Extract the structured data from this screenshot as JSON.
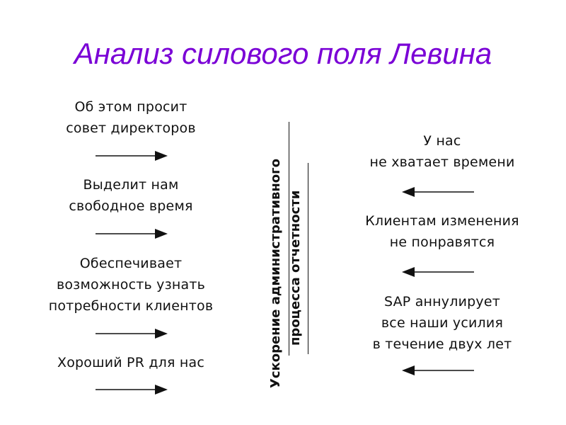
{
  "title": "Анализ силового поля Левина",
  "center": {
    "line1": "Ускорение административного",
    "line2": "процесса отчетности"
  },
  "driving_forces": [
    {
      "lines": [
        "Об этом просит",
        "совет директоров"
      ]
    },
    {
      "lines": [
        "Выделит нам",
        "свободное время"
      ]
    },
    {
      "lines": [
        "Обеспечивает",
        "возможность узнать",
        "потребности клиентов"
      ]
    },
    {
      "lines": [
        "Хороший PR для нас"
      ]
    }
  ],
  "restraining_forces": [
    {
      "lines": [
        "У нас",
        "не хватает времени"
      ]
    },
    {
      "lines": [
        "Клиентам изменения",
        "не понравятся"
      ]
    },
    {
      "lines": [
        "SAP аннулирует",
        "все наши усилия",
        "в течение двух лет"
      ]
    }
  ],
  "colors": {
    "title": "#7a00d6",
    "text": "#111111"
  },
  "icons": {
    "driving_arrow": "arrow-right-icon",
    "restraining_arrow": "arrow-left-icon"
  }
}
